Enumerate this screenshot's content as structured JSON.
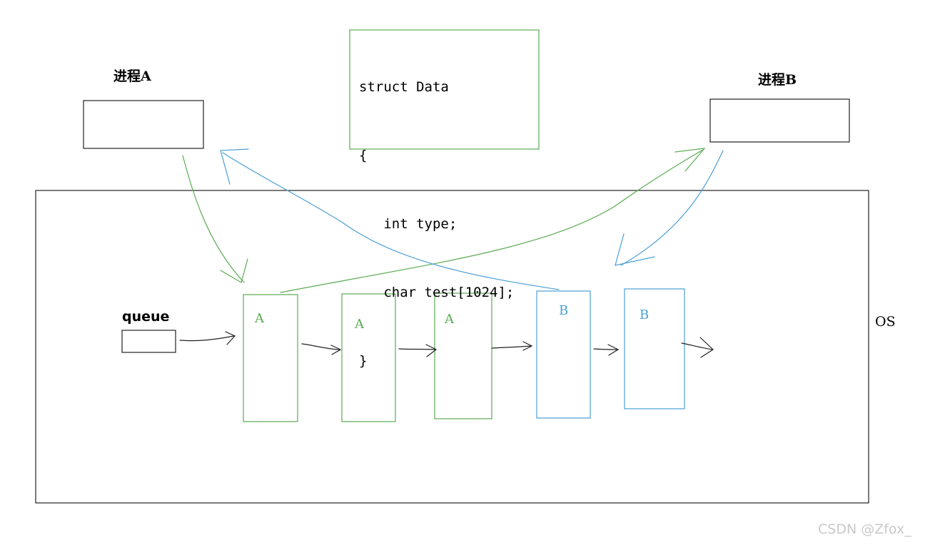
{
  "process_a": {
    "label": "进程A"
  },
  "process_b": {
    "label": "进程B"
  },
  "struct_code": {
    "lines": [
      "struct Data",
      "{",
      "   int type;",
      "   char test[1024];",
      "}"
    ]
  },
  "os": {
    "label": "OS"
  },
  "queue": {
    "label": "queue"
  },
  "nodes": [
    {
      "letter": "A",
      "owner": "A"
    },
    {
      "letter": "A",
      "owner": "A"
    },
    {
      "letter": "A",
      "owner": "A"
    },
    {
      "letter": "B",
      "owner": "B"
    },
    {
      "letter": "B",
      "owner": "B"
    }
  ],
  "colors": {
    "process_a": "#5aab52",
    "process_b": "#4a9fd6",
    "outline": "#222222"
  },
  "watermark": "CSDN @Zfox_"
}
